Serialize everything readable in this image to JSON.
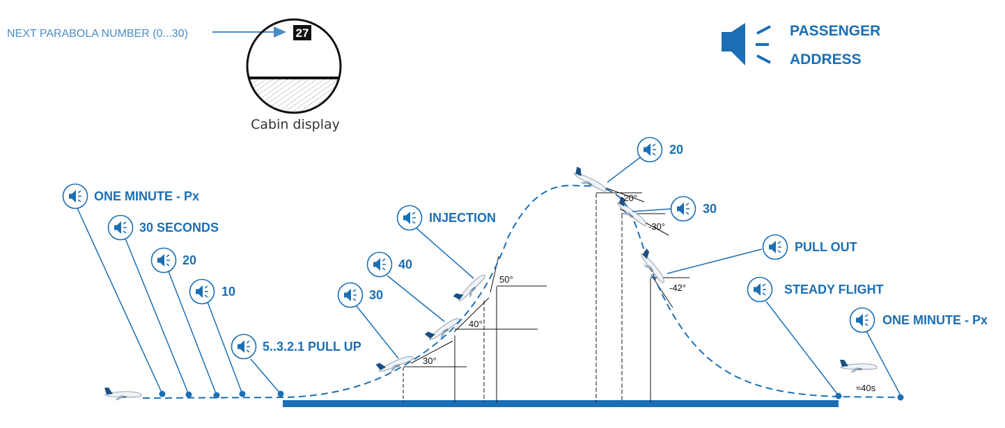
{
  "next_parabola": {
    "label": "NEXT  PARABOLA NUMBER (0...30)",
    "value": "27",
    "caption": "Cabin display"
  },
  "passenger_address": {
    "line1": "PASSENGER",
    "line2": "ADDRESS",
    "icon": "speaker-icon"
  },
  "callouts": [
    {
      "id": "one-minute-start",
      "label": "ONE MINUTE - Px"
    },
    {
      "id": "thirty-seconds",
      "label": "30 SECONDS"
    },
    {
      "id": "twenty-before",
      "label": "20"
    },
    {
      "id": "ten-before",
      "label": "10"
    },
    {
      "id": "pull-up",
      "label": "5..3.2.1  PULL UP"
    },
    {
      "id": "thirty-climb",
      "label": "30"
    },
    {
      "id": "forty-climb",
      "label": "40"
    },
    {
      "id": "injection",
      "label": "INJECTION"
    },
    {
      "id": "twenty-top",
      "label": "20"
    },
    {
      "id": "thirty-descent",
      "label": "30"
    },
    {
      "id": "pull-out",
      "label": "PULL OUT"
    },
    {
      "id": "steady-flight",
      "label": "STEADY FLIGHT"
    },
    {
      "id": "one-minute-end",
      "label": "ONE MINUTE - Px"
    }
  ],
  "angles": [
    "30°",
    "40°",
    "50°",
    "-20°",
    "-30°",
    "-42°"
  ],
  "duration": "≈40s",
  "colors": {
    "accent": "#1a6fb5",
    "arrow": "#4a8cc8",
    "ink": "#111111"
  }
}
